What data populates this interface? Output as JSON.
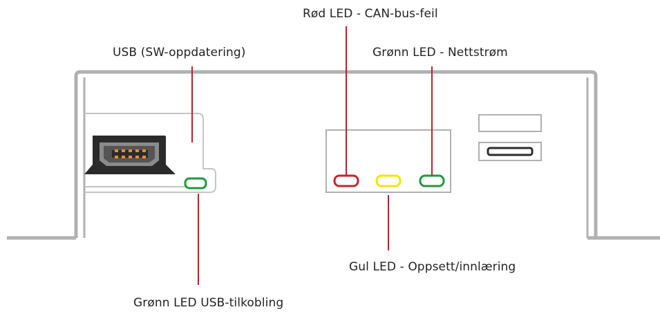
{
  "labels": {
    "usb_port": "USB (SW-oppdatering)",
    "red_led": "Rød LED - CAN-bus-feil",
    "green_led_power": "Grønn LED - Nettstrøm",
    "yellow_led": "Gul LED - Oppsett/innlæring",
    "green_led_usb": "Grønn LED USB-tilkobling"
  },
  "colors": {
    "housing": "#b0b0b0",
    "leader_line": "#b0262a",
    "led_red": "#c0272d",
    "led_yellow": "#f2e500",
    "led_green": "#1f9a3a",
    "usb_body": "#2b2b2b",
    "usb_pins": "#e8902a",
    "text": "#222222"
  }
}
